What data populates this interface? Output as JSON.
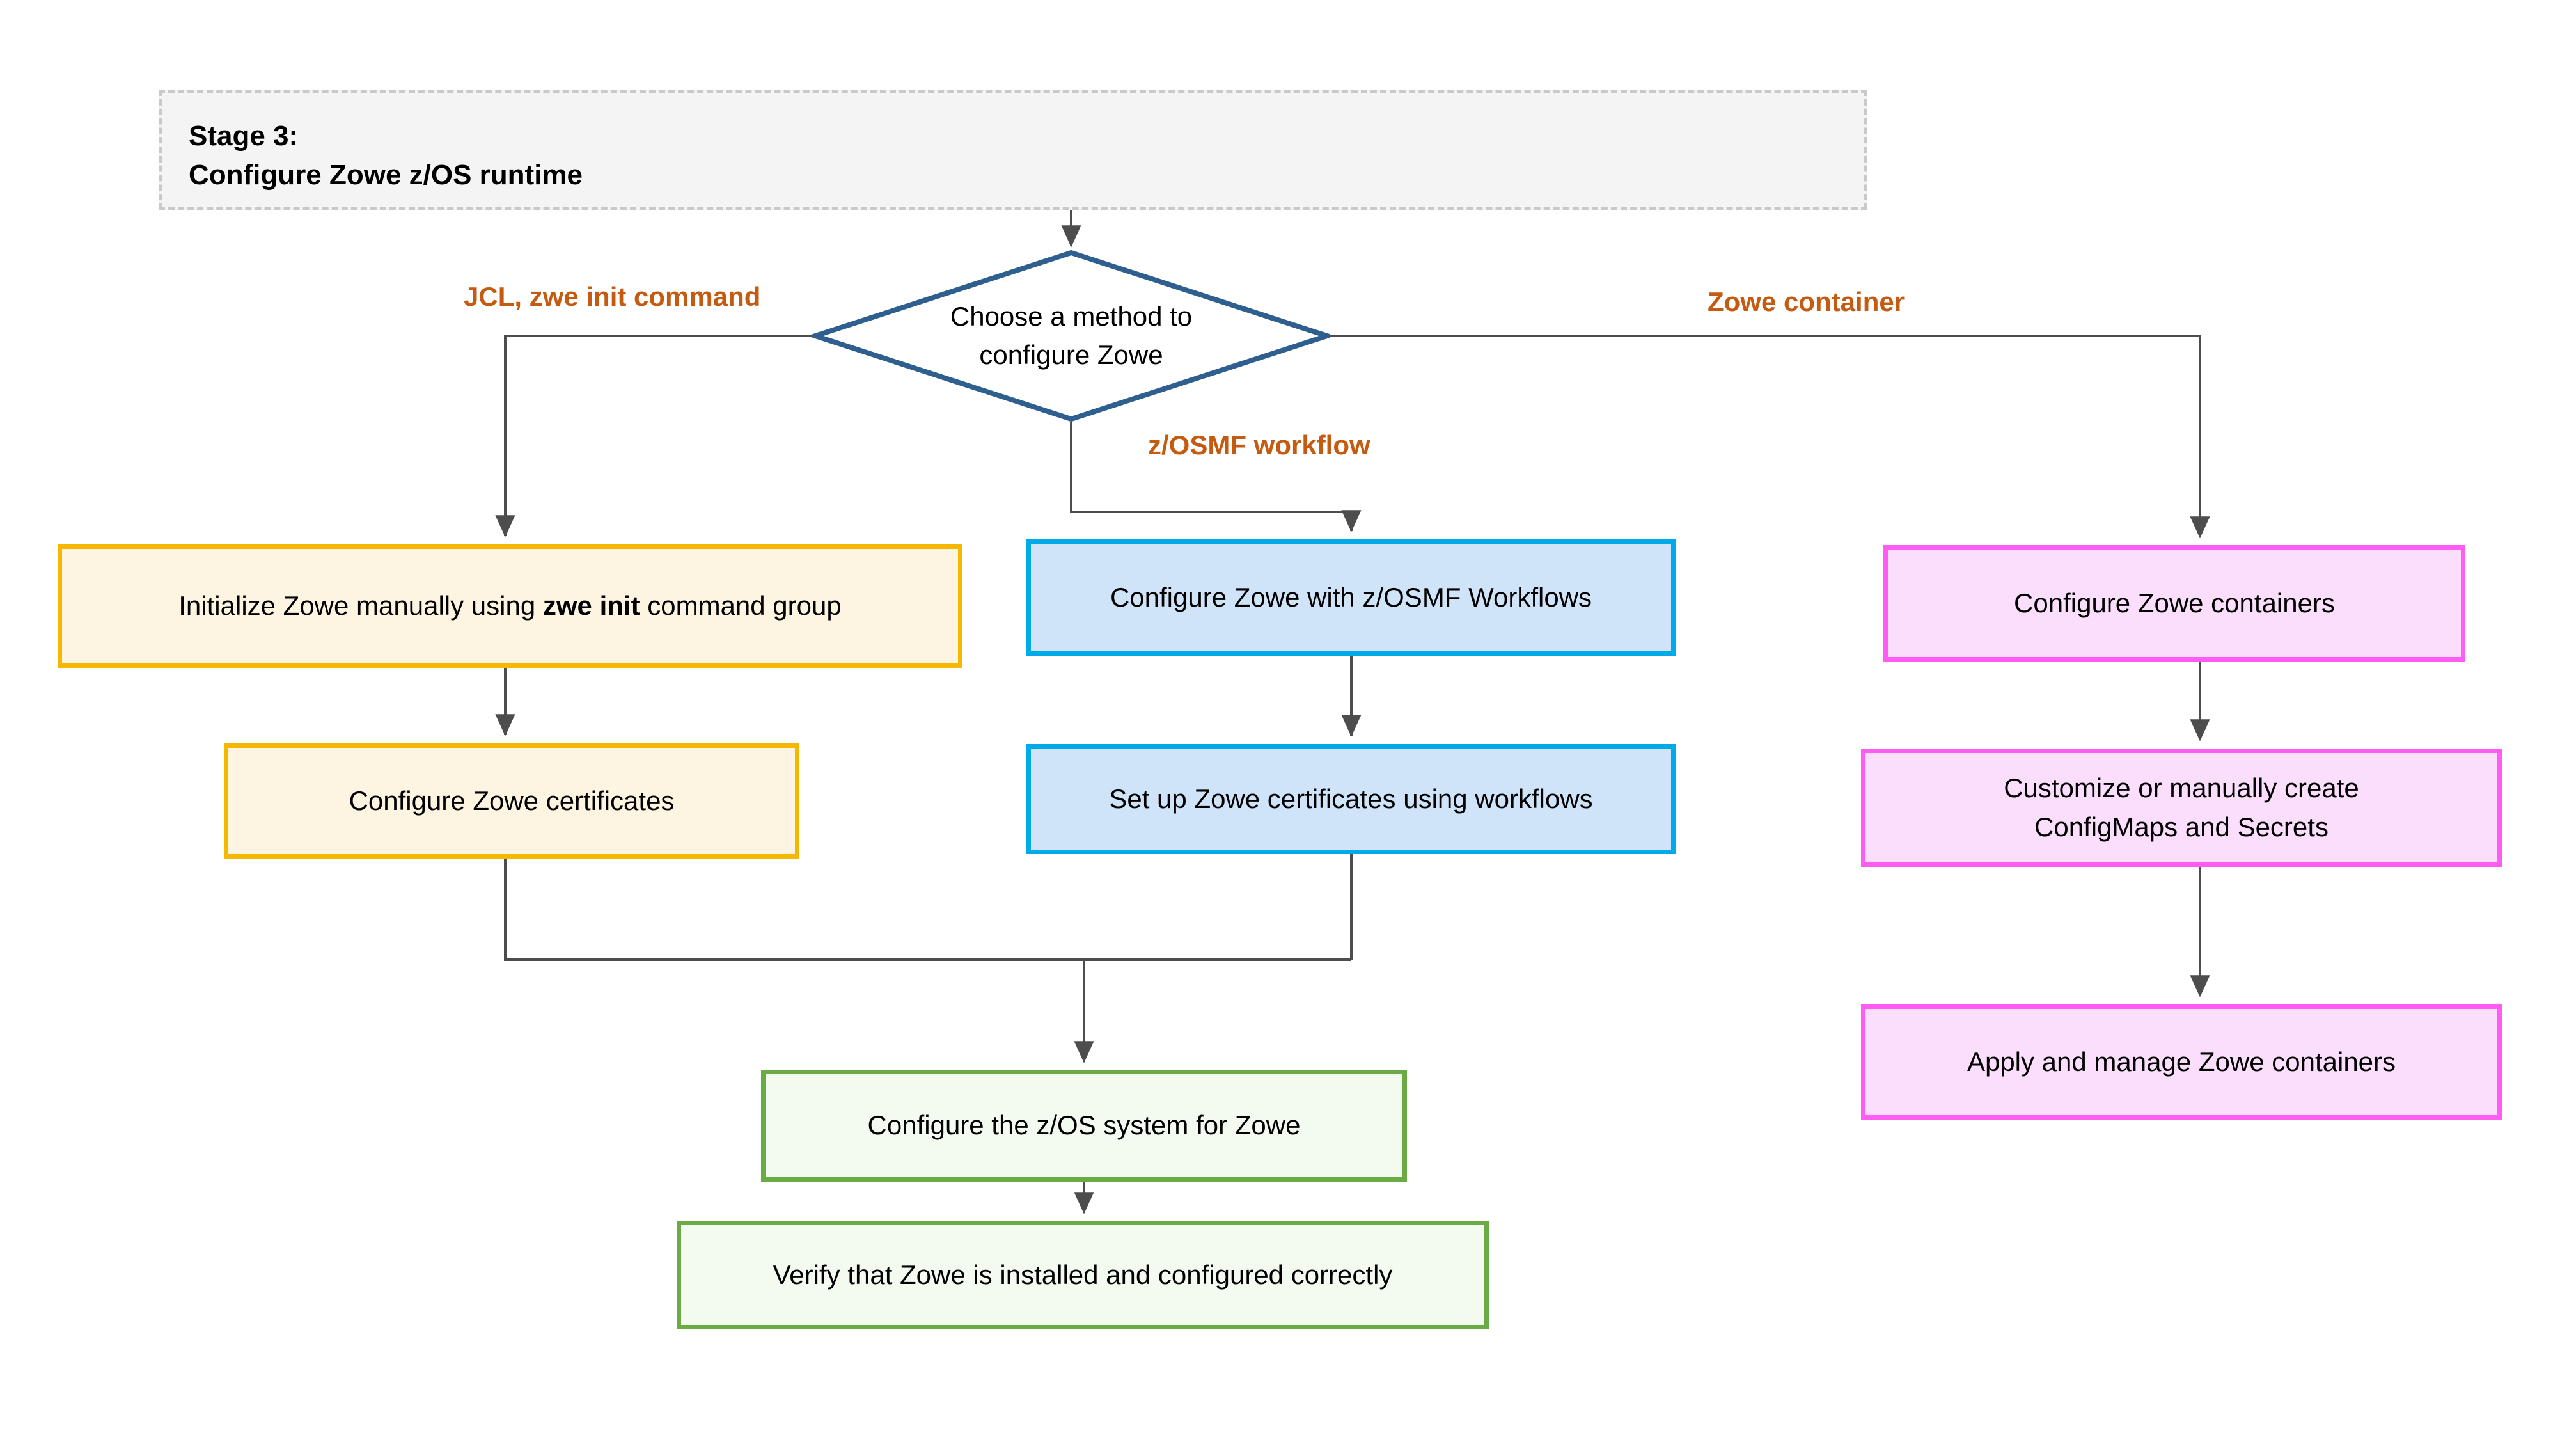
{
  "stage_header": {
    "text": "Stage 3:\nConfigure Zowe z/OS runtime"
  },
  "decision": {
    "label": "Choose a method to\nconfigure Zowe"
  },
  "branch_labels": {
    "jcl": "JCL, zwe init command",
    "zosmf": "z/OSMF workflow",
    "container": "Zowe container"
  },
  "nodes": {
    "init_manually": {
      "text_before": "Initialize Zowe manually using ",
      "text_bold": "zwe init",
      "text_after": " command group"
    },
    "configure_certificates": {
      "label": "Configure Zowe certificates"
    },
    "configure_with_workflows": {
      "label": "Configure Zowe with z/OSMF Workflows"
    },
    "setup_certificates_workflows": {
      "label": "Set up Zowe certificates using workflows"
    },
    "configure_containers": {
      "label": "Configure Zowe containers"
    },
    "customize_configmaps": {
      "label": "Customize or manually create\nConfigMaps and Secrets"
    },
    "apply_manage_containers": {
      "label": "Apply and manage Zowe containers"
    },
    "configure_zos_system": {
      "label": "Configure the z/OS system for Zowe"
    },
    "verify_installation": {
      "label": "Verify that Zowe is installed and configured correctly"
    }
  },
  "colors": {
    "header_fill": "#f4f4f4",
    "header_border": "#c9c9c9",
    "diamond_border": "#2f5f8f",
    "branch_label": "#c55a11",
    "yellow_border": "#f5b700",
    "yellow_fill": "#fdf5e2",
    "blue_border": "#00a9e8",
    "blue_fill": "#cfe4f9",
    "pink_border": "#ff5cf4",
    "pink_fill": "#fbdefb",
    "green_border": "#6aab46",
    "green_fill": "#f3fbf1",
    "edge_line": "#4d4d4d"
  }
}
